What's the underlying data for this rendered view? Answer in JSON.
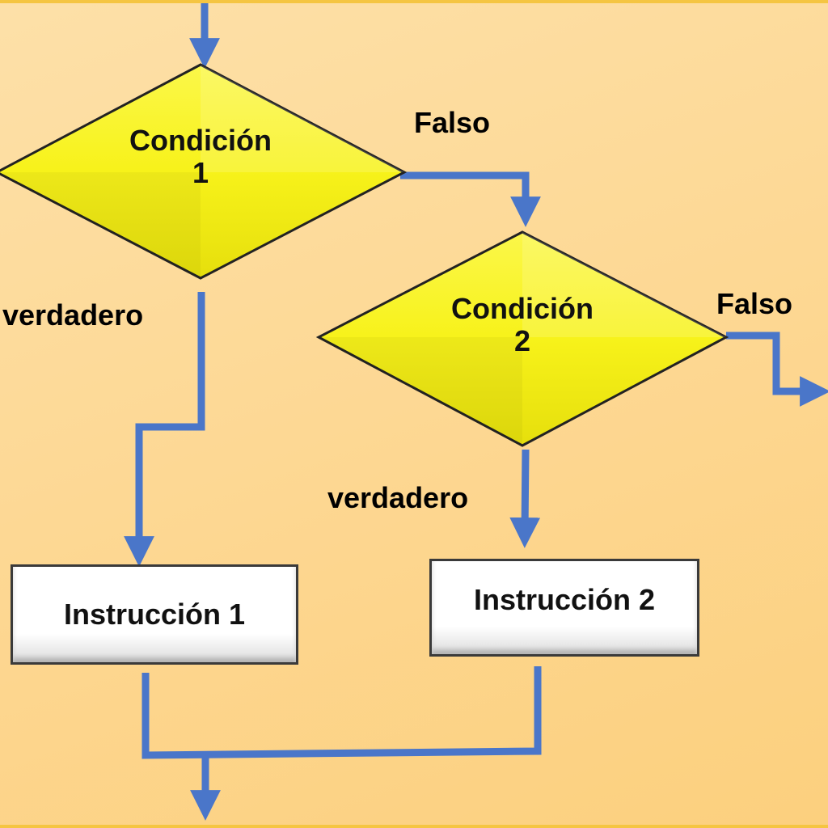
{
  "decisions": {
    "d1": {
      "line1": "Condición",
      "line2": "1"
    },
    "d2": {
      "line1": "Condición",
      "line2": "2"
    }
  },
  "labels": {
    "d1_false": "Falso",
    "d1_true": "verdadero",
    "d2_false": "Falso",
    "d2_true": "verdadero"
  },
  "instructions": {
    "i1": "Instrucción 1",
    "i2": "Instrucción 2"
  },
  "colors": {
    "connector": "#4a76c9",
    "decision_fill": "#f7f21a",
    "background": "#fdd88f"
  }
}
